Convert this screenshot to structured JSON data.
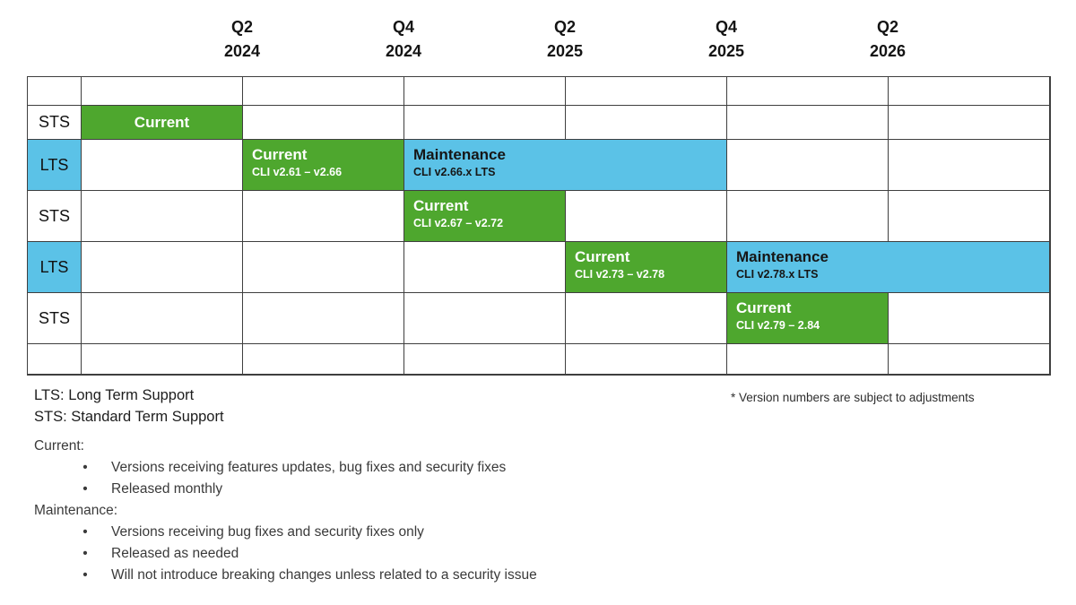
{
  "colors": {
    "green": "#4ea72e",
    "blue": "#5bc2e7",
    "line": "#3f3f3f"
  },
  "header": {
    "quarters": [
      {
        "q": "Q2",
        "year": "2024"
      },
      {
        "q": "Q4",
        "year": "2024"
      },
      {
        "q": "Q2",
        "year": "2025"
      },
      {
        "q": "Q4",
        "year": "2025"
      },
      {
        "q": "Q2",
        "year": "2026"
      }
    ]
  },
  "chart_data": {
    "type": "table",
    "title": "CLI release support timeline",
    "column_axis": [
      "Q2 2024",
      "Q4 2024",
      "Q2 2025",
      "Q4 2025",
      "Q2 2026"
    ],
    "row_bands": [
      "STS",
      "LTS",
      "STS",
      "LTS",
      "STS"
    ],
    "rows": [
      {
        "band": "STS",
        "bars": [
          {
            "kind": "current",
            "label": "Current",
            "versions": "",
            "col_start": 0,
            "col_span": 1
          }
        ]
      },
      {
        "band": "LTS",
        "bars": [
          {
            "kind": "current",
            "label": "Current",
            "versions": "CLI v2.61 – v2.66",
            "col_start": 1,
            "col_span": 1
          },
          {
            "kind": "maintenance",
            "label": "Maintenance",
            "versions": "CLI v2.66.x LTS",
            "col_start": 2,
            "col_span": 2
          }
        ]
      },
      {
        "band": "STS",
        "bars": [
          {
            "kind": "current",
            "label": "Current",
            "versions": "CLI v2.67 – v2.72",
            "col_start": 2,
            "col_span": 1
          }
        ]
      },
      {
        "band": "LTS",
        "bars": [
          {
            "kind": "current",
            "label": "Current",
            "versions": "CLI v2.73 – v2.78",
            "col_start": 3,
            "col_span": 1
          },
          {
            "kind": "maintenance",
            "label": "Maintenance",
            "versions": "CLI v2.78.x LTS",
            "col_start": 4,
            "col_span": 2
          }
        ]
      },
      {
        "band": "STS",
        "bars": [
          {
            "kind": "current",
            "label": "Current",
            "versions": "CLI v2.79 – 2.84",
            "col_start": 4,
            "col_span": 1
          }
        ]
      }
    ]
  },
  "legend": {
    "lts": "LTS: Long Term Support",
    "sts": "STS: Standard Term Support"
  },
  "footnote": "* Version numbers are subject to adjustments",
  "definitions": {
    "bullet_char": "•",
    "current_term": "Current:",
    "current_bullets": [
      "Versions receiving features updates, bug fixes and security fixes",
      "Released monthly"
    ],
    "maintenance_term": "Maintenance:",
    "maintenance_bullets": [
      "Versions receiving bug fixes and security fixes only",
      "Released as needed",
      "Will not introduce breaking changes unless related to a security issue"
    ]
  }
}
